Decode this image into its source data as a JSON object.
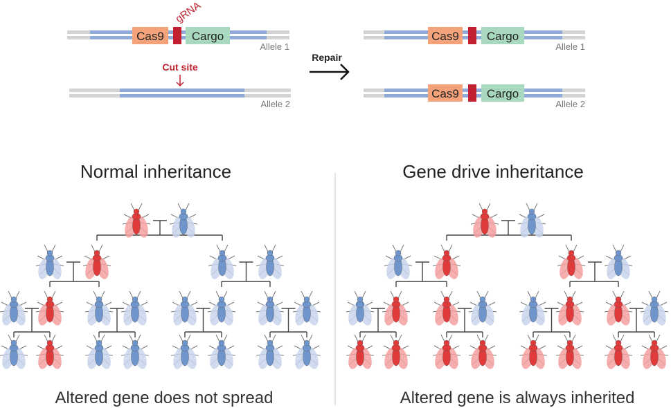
{
  "top": {
    "left": {
      "allele1_label": "Allele 1",
      "allele2_label": "Allele 2",
      "cas9": "Cas9",
      "grna": "gRNA",
      "cargo": "Cargo",
      "cut_site": "Cut site"
    },
    "repair_label": "Repair",
    "right": {
      "allele1_label": "Allele 1",
      "allele2_label": "Allele 2",
      "cas9_1": "Cas9",
      "cargo_1": "Cargo",
      "cas9_2": "Cas9",
      "cargo_2": "Cargo"
    }
  },
  "panels": {
    "normal": {
      "title": "Normal inheritance",
      "caption": "Altered gene does not spread",
      "altered": [
        [
          1,
          0
        ],
        [
          0,
          1,
          0,
          0
        ],
        [
          0,
          1,
          0,
          0,
          0,
          0,
          0,
          0
        ],
        [
          0,
          1,
          0,
          0,
          0,
          0,
          0,
          0
        ]
      ]
    },
    "drive": {
      "title": "Gene drive inheritance",
      "caption": "Altered gene is always inherited",
      "altered": [
        [
          1,
          0
        ],
        [
          0,
          1,
          1,
          0
        ],
        [
          0,
          1,
          1,
          0,
          0,
          1,
          1,
          0
        ],
        [
          1,
          1,
          1,
          1,
          1,
          1,
          1,
          1
        ]
      ]
    }
  },
  "colors": {
    "cas9": "#f4a27a",
    "cargo": "#a8d8be",
    "grna": "#c0202f",
    "dna_gray": "#d4d4d4",
    "dna_blue": "#8fa9d8",
    "fly_red": "#e03a3a",
    "fly_blue": "#6f96cc"
  }
}
